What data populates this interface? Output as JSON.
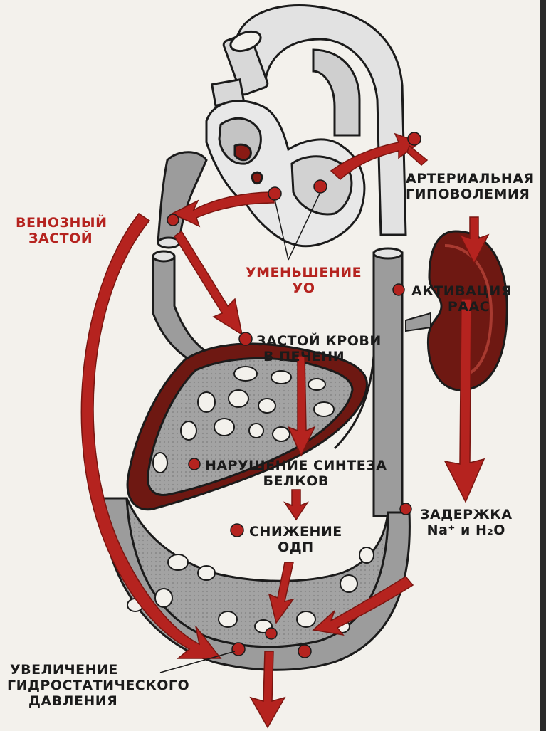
{
  "colors": {
    "red": "#b5231f",
    "dark_red": "#6e1812",
    "vessel_gray": "#9c9c9c",
    "vessel_light": "#e2e2e2",
    "outline": "#1b1b1b",
    "paper": "#f3f1ec"
  },
  "labels": {
    "venous_congestion": [
      "ВЕНОЗНЫЙ",
      "ЗАСТОЙ"
    ],
    "stroke_volume_decrease": [
      "УМЕНЬШЕНИЕ",
      "УО"
    ],
    "arterial_hypovolemia": [
      "АРТЕРИАЛЬНАЯ",
      "ГИПОВОЛЕМИЯ"
    ],
    "raas_activation": [
      "АКТИВАЦИЯ",
      "РААС"
    ],
    "liver_congestion": [
      "ЗАСТОЙ КРОВИ",
      "В ПЕЧЕНИ"
    ],
    "protein_synthesis": [
      "НАРУШЕНИЕ СИНТЕЗА",
      "БЕЛКОВ"
    ],
    "odp_decrease": [
      "СНИЖЕНИЕ",
      "ОДП"
    ],
    "sodium_retention": [
      "ЗАДЕРЖКА",
      "Na⁺ и H₂O"
    ],
    "hydrostatic_increase": [
      "УВЕЛИЧЕНИЕ",
      "ГИДРОСТАТИЧЕСКОГО",
      "ДАВЛЕНИЯ"
    ]
  }
}
